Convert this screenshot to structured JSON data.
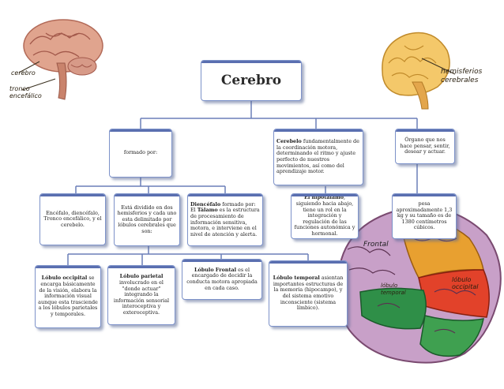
{
  "root": {
    "title": "Cerebro"
  },
  "formado": {
    "text": "formado por:"
  },
  "cerebelo": {
    "bold": "Cerebelo",
    "text": " fundamentalmente de la coordinación motora, determinando el ritmo y ajuste perfecto de nuestros movimientos, así como del aprendizaje motor."
  },
  "organo": {
    "text": "Órgano que nos hace pensar, sentir, desear y actuar."
  },
  "encefalo": {
    "text": "Encéfalo, diencéfalo, Tronco encefálico, y el cerebelo."
  },
  "hemisferios": {
    "text": "Está dividido en dos hemisferios y cada uno esta delimitado por lóbulos cerebrales que son:"
  },
  "diencefalo": {
    "bold1": "Diencéfalo",
    "text1": " formado por: El ",
    "bold2": "Tálamo",
    "text2": " es la estructura de procesamiento de información sensitiva, motora, e interviene en el nivel de atención y alerta."
  },
  "hipotalamo": {
    "bold": "El hipotálamo",
    "text": ", siguiendo hacia abajo, tiene un rol en la integración y regulación de las funciones autonómica y hormonal."
  },
  "peso": {
    "text": "pesa aproximadamente 1,3 kg y su tamaño es de 1380 centímetros cúbicos."
  },
  "occipital": {
    "bold": "Lóbulo occipital",
    "text": " se encarga básicamente de la visión, elabora la información visual aunque esta trasciende a los lóbulos parietales y temporales."
  },
  "parietal": {
    "bold": "Lóbulo parietal",
    "text": " involucrado en el \"donde actuar\" integrando la información sensorial interoceptiva y exteroceptiva."
  },
  "frontal": {
    "bold": "Lóbulo Frontal",
    "text": " es el encargado de decidir la conducta motora apropiada en cada caso."
  },
  "temporal": {
    "bold": "Lóbulo temporal",
    "text": " asientan importantes estructuras de la memoria (hipocampo), y del sistema emotivo inconsciente (sistema límbico)."
  },
  "labels": {
    "cerebro": "cerebro",
    "tronco": "tronco encefálico",
    "hemis": "hemisferios cerebrales",
    "frontal": "Frontal",
    "temporal": "lóbulo temporal",
    "occipital": "lóbulo occipital"
  },
  "colors": {
    "box_border": "#7d92c9",
    "connector": "#6b7fb8",
    "accent": "#5a6fb0"
  }
}
